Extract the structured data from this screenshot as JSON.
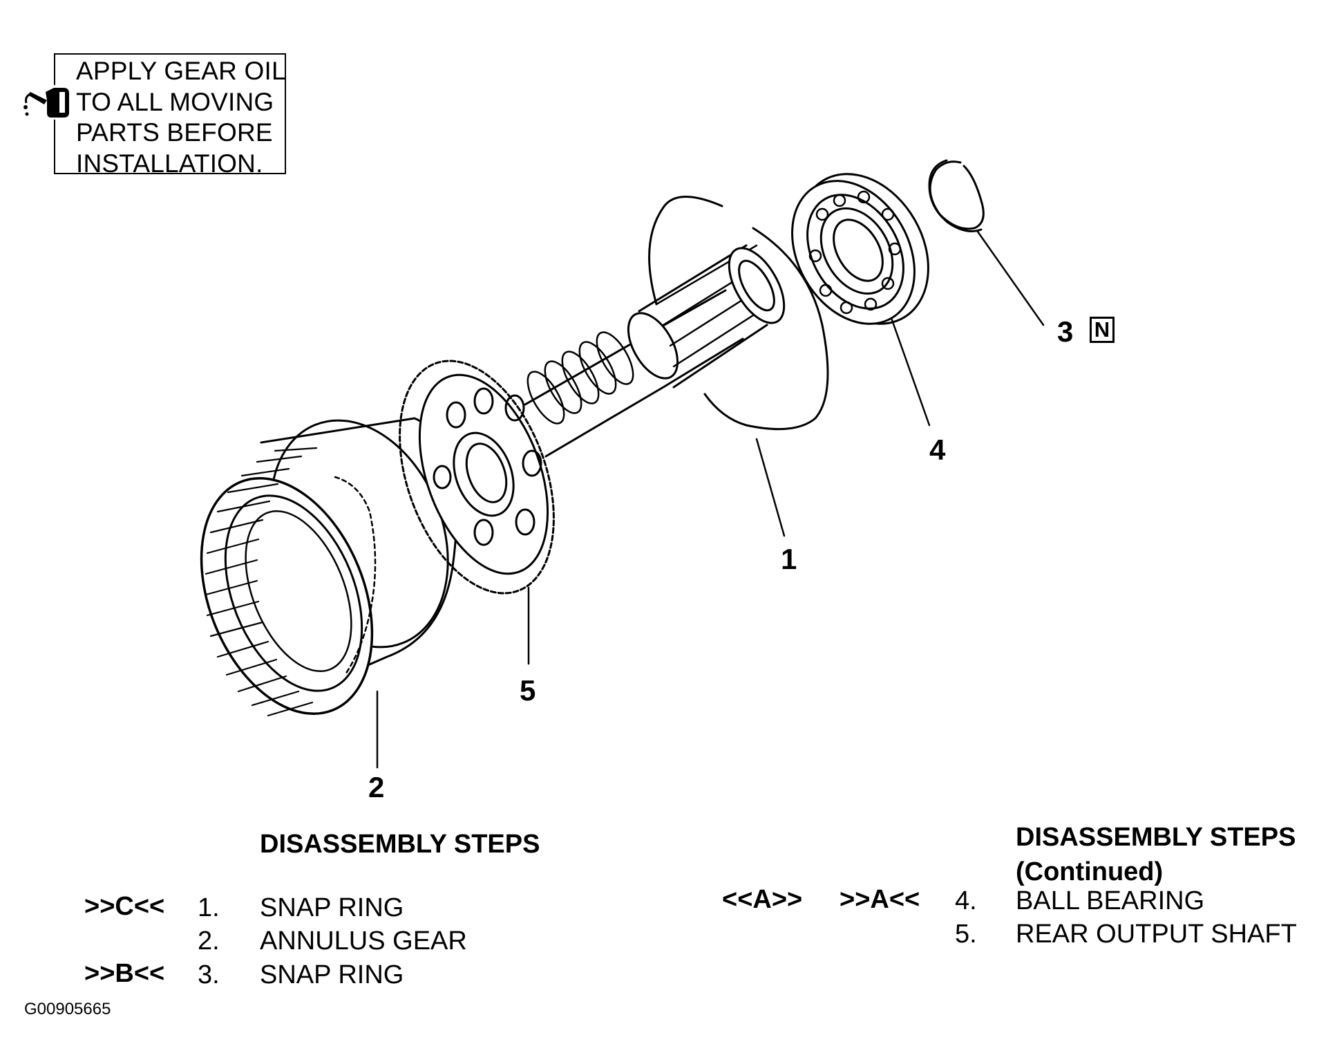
{
  "note": {
    "lines": [
      "APPLY GEAR OIL",
      "TO ALL MOVING",
      "PARTS BEFORE",
      "INSTALLATION."
    ],
    "icon": "oil-can-icon"
  },
  "callouts": {
    "snap_ring_large": "1",
    "annulus_gear": "2",
    "snap_ring_small": "3",
    "ball_bearing": "4",
    "rear_output_shaft": "5",
    "new_part_badge": "N"
  },
  "steps_left": {
    "heading": "DISASSEMBLY STEPS",
    "items": [
      {
        "mark": ">>C<<",
        "num": "1.",
        "name": "SNAP RING"
      },
      {
        "mark": "",
        "num": "2.",
        "name": "ANNULUS GEAR"
      },
      {
        "mark": ">>B<<",
        "num": "3.",
        "name": "SNAP RING"
      }
    ]
  },
  "steps_right": {
    "heading": "DISASSEMBLY STEPS",
    "heading_sub": "(Continued)",
    "items": [
      {
        "mark_removal": "<<A>>",
        "mark": ">>A<<",
        "num": "4.",
        "name": "BALL BEARING"
      },
      {
        "mark_removal": "",
        "mark": "",
        "num": "5.",
        "name": "REAR OUTPUT SHAFT"
      }
    ]
  },
  "figure_id": "G00905665"
}
